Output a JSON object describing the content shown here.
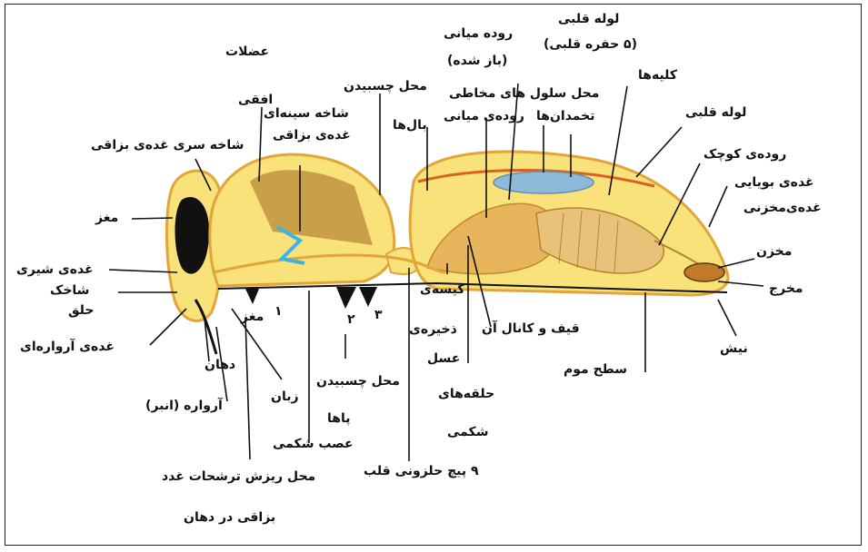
{
  "labels": {
    "muscles_1": "عضلات",
    "muscles_2": "افقی",
    "thoracic_branch": "شاخه سینه‌ای",
    "salivary_gland": "غده‌ی بزاقی",
    "head_salivary": "شاخه سری غده‌ی بزاقی",
    "brain": "مغز",
    "royal_jelly_gland": "غده‌ی شیری",
    "antenna": "شاخک",
    "pharynx": "حلق",
    "mandible_gland": "غده‌ی آرواره‌ای",
    "mouth": "دهان",
    "mandible": "آرواره (انبر)",
    "tongue": "زبان",
    "saliva_outlet_1": "محل ریزش ترشحات غدد",
    "saliva_outlet_2": "بزاقی در دهان",
    "legs_attach_1": "محل چسبیدن",
    "legs_attach_2": "پاها",
    "ventral_nerve": "عصب شکمی",
    "brain_num": "مغز",
    "num_1": "۱",
    "num_2": "۲",
    "num_3": "۳",
    "wing_attach_1": "محل چسبیدن",
    "wing_attach_2": "بال‌ها",
    "midgut_top_1": "روده میانی",
    "midgut_top_2": "(باز شده)",
    "mucous_cells": "محل سلول های مخاطی",
    "midgut": "روده‌ی میانی",
    "heart_tube_top_1": "لوله قلبی",
    "heart_tube_top_2": "(۵ حفره قلبی)",
    "kidneys": "کلیه‌ها",
    "ovaries": "تخمدان‌ها",
    "heart_tube": "لوله قلبی",
    "small_intestine": "روده‌ی کوچک",
    "scent_gland": "غده‌ی بویایی",
    "reservoir_gland": "غده‌ی‌مخزنی",
    "reservoir": "مخزن",
    "anus": "مخرج",
    "sting": "نیش",
    "wax_surface": "سطح موم",
    "honey_sac_1": "کیسه‌ی",
    "honey_sac_2": "ذخیره‌ی",
    "honey_sac_3": "عسل",
    "funnel": "قیف و کانال آن",
    "abdominal_rings_1": "حلقه‌های",
    "abdominal_rings_2": "شکمی",
    "heart_spiral": "۹ پیچ حلزونی قلب"
  },
  "colors": {
    "body_fill": "#f9e27a",
    "body_edge": "#e2a53a",
    "muscle": "#b9883a",
    "gut": "#e8b55c",
    "organ_blue": "#8fb9d8",
    "nerve_blue": "#3fb3e0",
    "outline": "#111111"
  }
}
